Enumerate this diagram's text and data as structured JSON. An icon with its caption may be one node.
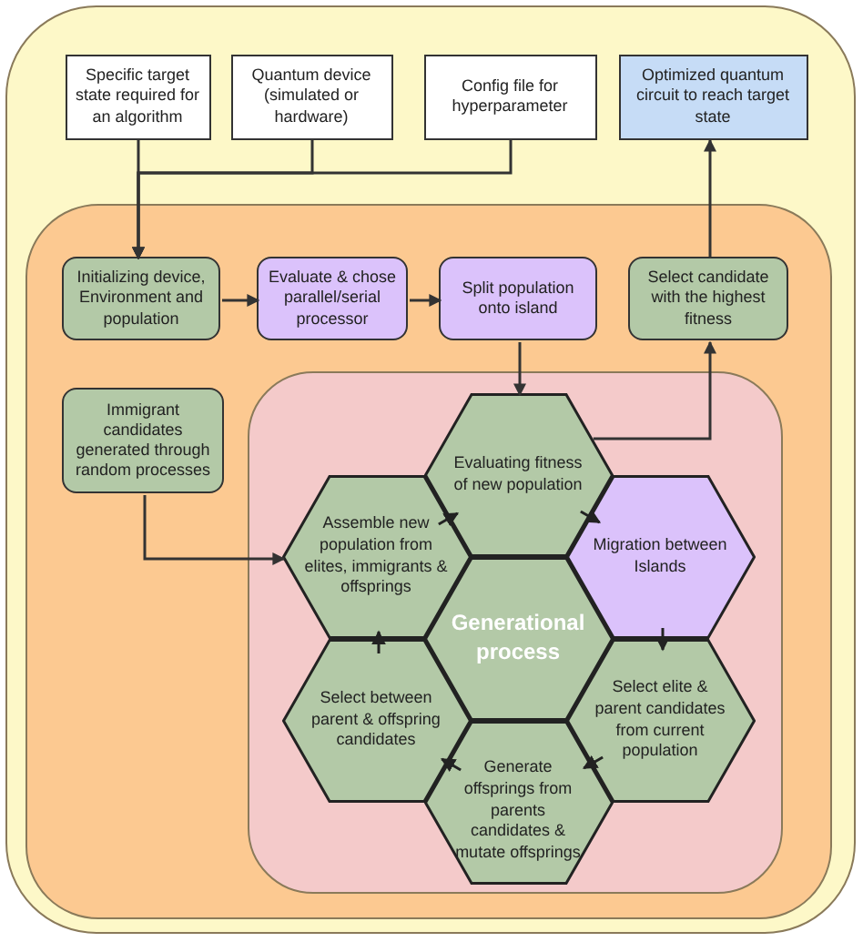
{
  "diagram": {
    "nodes": [
      {
        "text": [],
        "shape": "box"
      },
      {
        "text": [
          "Specific target state required for an algorithm"
        ],
        "in": 0
      },
      {
        "text": [
          "Quantum device (simulated or hardware)"
        ],
        "in": 0
      },
      {
        "text": [
          "Config file for hyperparameter"
        ],
        "in": 0
      },
      {
        "text": [
          "Optimized quantum circuit to reach target state"
        ],
        "in": 0
      },
      {
        "text": [],
        "shape": "box",
        "in": 0
      },
      {
        "text": [
          "Initializing device, Environment and population"
        ],
        "in": 5
      },
      {
        "text": [
          "Evaluate & chose parallel/serial processor"
        ],
        "in": 5
      },
      {
        "text": [
          "Split population onto island"
        ],
        "in": 5
      },
      {
        "text": [
          "Select candidate with the highest fitness"
        ],
        "in": 5
      },
      {
        "text": [
          "Immigrant candidates generated through random processes"
        ],
        "in": 5
      },
      {
        "text": [],
        "shape": "box",
        "in": 5
      },
      {
        "text": [
          "Evaluating fitness of new population"
        ],
        "in": 11
      },
      {
        "text": [
          "Assemble new population from elites, immigrants & offsprings"
        ],
        "in": 11
      },
      {
        "text": [
          "Migration between Islands"
        ],
        "in": 11
      },
      {
        "text": [
          "Generational process"
        ],
        "in": 11
      },
      {
        "text": [
          "Select between parent & offspring candidates"
        ],
        "in": 11
      },
      {
        "text": [
          "Select elite & parent candidates from current population"
        ],
        "in": 11
      },
      {
        "text": [
          "Generate offsprings from parents candidates & mutate offsprings"
        ],
        "in": 11
      }
    ],
    "edges": [
      {
        "from": 1,
        "to": 6,
        "arrow": "to"
      },
      {
        "from": 2,
        "to": 6,
        "arrow": "to"
      },
      {
        "from": 3,
        "to": 6,
        "arrow": "to"
      },
      {
        "from": 6,
        "to": 7,
        "arrow": "to"
      },
      {
        "from": 7,
        "to": 8,
        "arrow": "to"
      },
      {
        "from": 8,
        "to": 12,
        "arrow": "to"
      },
      {
        "from": 12,
        "to": 9,
        "arrow": "to"
      },
      {
        "from": 9,
        "to": 4,
        "arrow": "to"
      },
      {
        "from": 10,
        "to": 13,
        "arrow": "to"
      },
      {
        "from": 12,
        "to": 14,
        "arrow": "to"
      },
      {
        "from": 14,
        "to": 17,
        "arrow": "to"
      },
      {
        "from": 17,
        "to": 18,
        "arrow": "to"
      },
      {
        "from": 18,
        "to": 16,
        "arrow": "to"
      },
      {
        "from": 16,
        "to": 13,
        "arrow": "to"
      },
      {
        "from": 13,
        "to": 12,
        "arrow": "to"
      }
    ]
  }
}
